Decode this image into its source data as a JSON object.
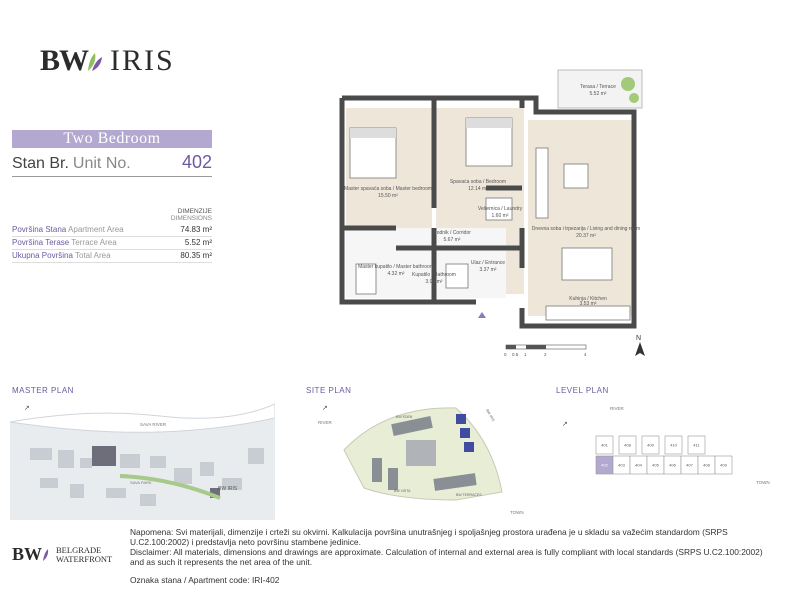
{
  "brand": {
    "logo_mark": "BW",
    "project": "IRIS"
  },
  "unit": {
    "type_label": "Two Bedroom",
    "number_label_local": "Stan Br.",
    "number_label_en": "Unit No.",
    "number": "402"
  },
  "dimensions": {
    "header_local": "DIMENZIJE",
    "header_en": "DIMENSIONS"
  },
  "areas": [
    {
      "label_local": "Površina Stana",
      "label_en": "Apartment Area",
      "value": "74.83 m²"
    },
    {
      "label_local": "Površina Terase",
      "label_en": "Terrace Area",
      "value": "5.52 m²"
    },
    {
      "label_local": "Ukupna Površina",
      "label_en": "Total Area",
      "value": "80.35 m²"
    }
  ],
  "floor_plan": {
    "rooms": [
      {
        "name": "Terasa / Terrace",
        "area": "5.52 m²"
      },
      {
        "name": "Master spavaća soba / Master bedroom",
        "area": "15.50 m²"
      },
      {
        "name": "Spavaća soba / Bedroom",
        "area": "12.14 m²"
      },
      {
        "name": "Vešernica / Laundry",
        "area": "1.60 m²"
      },
      {
        "name": "Hodnik / Corridor",
        "area": "5.67 m²"
      },
      {
        "name": "Master kupatilo / Master bathroom",
        "area": "4.32 m²"
      },
      {
        "name": "Kupatilo / Bathroom",
        "area": "3.96 m²"
      },
      {
        "name": "Ulaz / Entrance",
        "area": "3.37 m²"
      },
      {
        "name": "Dnevna soba i trpezarija / Living and dining room",
        "area": "20.37 m²"
      },
      {
        "name": "Kuhinja / Kitchen",
        "area": "3.53 m²"
      }
    ],
    "scale_ticks": [
      "0",
      "0.5",
      "1",
      "2",
      "4"
    ],
    "north": "N"
  },
  "master_plan": {
    "title": "MASTER PLAN",
    "river": "SAVA RIVER",
    "marker": "BW IRIS",
    "park": "SAVA PARK"
  },
  "site_plan": {
    "title": "SITE PLAN",
    "river": "RIVER",
    "town": "TOWN",
    "bw_iris": "BW IRIS",
    "bw_eden": "BW EDEN",
    "bw_vista": "BW VISTA",
    "bw_terraces": "BW TERRACES"
  },
  "level_plan": {
    "title": "LEVEL PLAN",
    "river": "RIVER",
    "town": "TOWN",
    "top_row": [
      "401",
      "408",
      "409",
      "410",
      "411"
    ],
    "bottom_row": [
      "402",
      "403",
      "404",
      "405",
      "406",
      "407",
      "408",
      "409"
    ],
    "highlight": "402"
  },
  "footer": {
    "logo_mark": "BW",
    "logo_line1": "BELGRADE",
    "logo_line2": "WATERFRONT",
    "note_local": "Napomena: Svi materijali, dimenzije i crteži su okvirni. Kalkulacija površina unutrašnjeg i spoljašnjeg prostora urađena je u skladu sa važećim standardom (SRPS U.C2.100:2002) i predstavlja neto površinu stambene jedinice.",
    "note_en": "Disclaimer: All materials, dimensions and drawings are approximate. Calculation of internal and external area is fully compliant with local standards (SRPS U.C2.100:2002) and as such it represents the net area of the unit.",
    "code_label": "Oznaka stana / Apartment code:",
    "code": "IRI-402"
  },
  "colors": {
    "accent": "#6d5aa0",
    "banner": "#b3a8cf",
    "wall": "#4a4a4a",
    "floor": "#efe6da"
  }
}
